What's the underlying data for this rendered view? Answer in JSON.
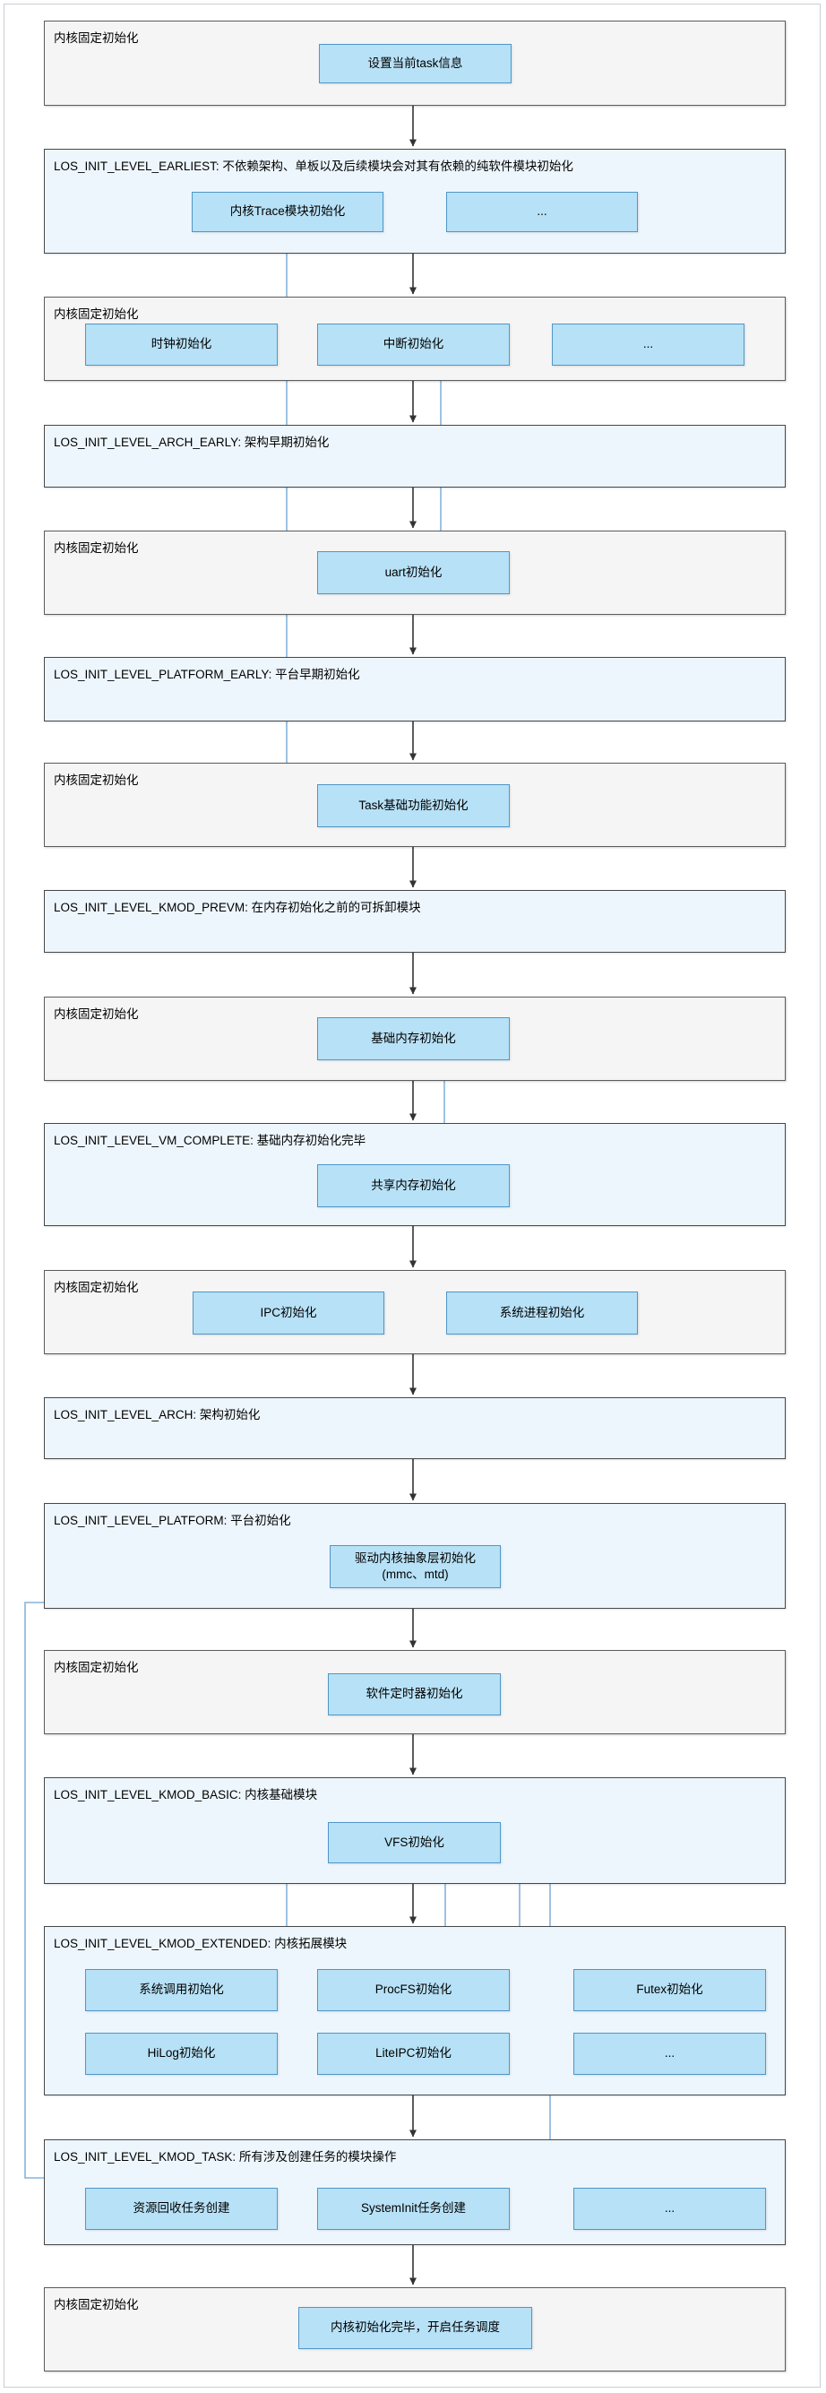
{
  "diagram": {
    "accent_colors": {
      "level_section_fill": "#edf6fd",
      "fixed_section_fill": "#f5f5f5",
      "node_fill": "#b7e1f6",
      "node_border": "#5096c8",
      "flow_arrow": "#333333",
      "dependency_line": "#85b3da",
      "dependency_arrow": "#2f80c3"
    }
  },
  "sections": [
    {
      "type": "fixed",
      "title": "内核固定初始化",
      "nodes": [
        {
          "label": "设置当前task信息"
        }
      ]
    },
    {
      "type": "level",
      "title": "LOS_INIT_LEVEL_EARLIEST: 不依赖架构、单板以及后续模块会对其有依赖的纯软件模块初始化",
      "nodes": [
        {
          "label": "内核Trace模块初始化"
        },
        {
          "label": "..."
        }
      ]
    },
    {
      "type": "fixed",
      "title": "内核固定初始化",
      "nodes": [
        {
          "label": "时钟初始化"
        },
        {
          "label": "中断初始化"
        },
        {
          "label": "..."
        }
      ]
    },
    {
      "type": "level",
      "title": "LOS_INIT_LEVEL_ARCH_EARLY: 架构早期初始化",
      "nodes": []
    },
    {
      "type": "fixed",
      "title": "内核固定初始化",
      "nodes": [
        {
          "label": "uart初始化"
        }
      ]
    },
    {
      "type": "level",
      "title": "LOS_INIT_LEVEL_PLATFORM_EARLY: 平台早期初始化",
      "nodes": []
    },
    {
      "type": "fixed",
      "title": "内核固定初始化",
      "nodes": [
        {
          "label": "Task基础功能初始化"
        }
      ]
    },
    {
      "type": "level",
      "title": "LOS_INIT_LEVEL_KMOD_PREVM: 在内存初始化之前的可拆卸模块",
      "nodes": []
    },
    {
      "type": "fixed",
      "title": "内核固定初始化",
      "nodes": [
        {
          "label": "基础内存初始化"
        }
      ]
    },
    {
      "type": "level",
      "title": "LOS_INIT_LEVEL_VM_COMPLETE: 基础内存初始化完毕",
      "nodes": [
        {
          "label": "共享内存初始化"
        }
      ]
    },
    {
      "type": "fixed",
      "title": "内核固定初始化",
      "nodes": [
        {
          "label": "IPC初始化"
        },
        {
          "label": "系统进程初始化"
        }
      ]
    },
    {
      "type": "level",
      "title": "LOS_INIT_LEVEL_ARCH: 架构初始化",
      "nodes": []
    },
    {
      "type": "level",
      "title": "LOS_INIT_LEVEL_PLATFORM: 平台初始化",
      "nodes": [
        {
          "label": "驱动内核抽象层初始化",
          "sublabel": "(mmc、mtd)"
        }
      ]
    },
    {
      "type": "fixed",
      "title": "内核固定初始化",
      "nodes": [
        {
          "label": "软件定时器初始化"
        }
      ]
    },
    {
      "type": "level",
      "title": "LOS_INIT_LEVEL_KMOD_BASIC: 内核基础模块",
      "nodes": [
        {
          "label": "VFS初始化"
        }
      ]
    },
    {
      "type": "level",
      "title": "LOS_INIT_LEVEL_KMOD_EXTENDED: 内核拓展模块",
      "nodes": [
        {
          "label": "系统调用初始化"
        },
        {
          "label": "ProcFS初始化"
        },
        {
          "label": "Futex初始化"
        },
        {
          "label": "HiLog初始化"
        },
        {
          "label": "LiteIPC初始化"
        },
        {
          "label": "..."
        }
      ]
    },
    {
      "type": "level",
      "title": "LOS_INIT_LEVEL_KMOD_TASK: 所有涉及创建任务的模块操作",
      "nodes": [
        {
          "label": "资源回收任务创建"
        },
        {
          "label": "SystemInit任务创建"
        },
        {
          "label": "..."
        }
      ]
    },
    {
      "type": "fixed",
      "title": "内核固定初始化",
      "nodes": [
        {
          "label": "内核初始化完毕，开启任务调度"
        }
      ]
    }
  ],
  "dependency_connectors": [
    {
      "from": "Task基础功能初始化",
      "to": "内核Trace模块初始化"
    },
    {
      "from": "uart初始化",
      "to": "中断初始化"
    },
    {
      "from": "共享内存初始化",
      "to": "基础内存初始化"
    },
    {
      "from": "SystemInit任务创建",
      "to": "驱动内核抽象层初始化"
    },
    {
      "from": "SystemInit任务创建",
      "to": "VFS初始化"
    },
    {
      "from": "ProcFS初始化",
      "to": "VFS初始化"
    },
    {
      "from": "HiLog初始化",
      "to": "VFS初始化"
    },
    {
      "from": "LiteIPC初始化",
      "to": "VFS初始化"
    }
  ]
}
